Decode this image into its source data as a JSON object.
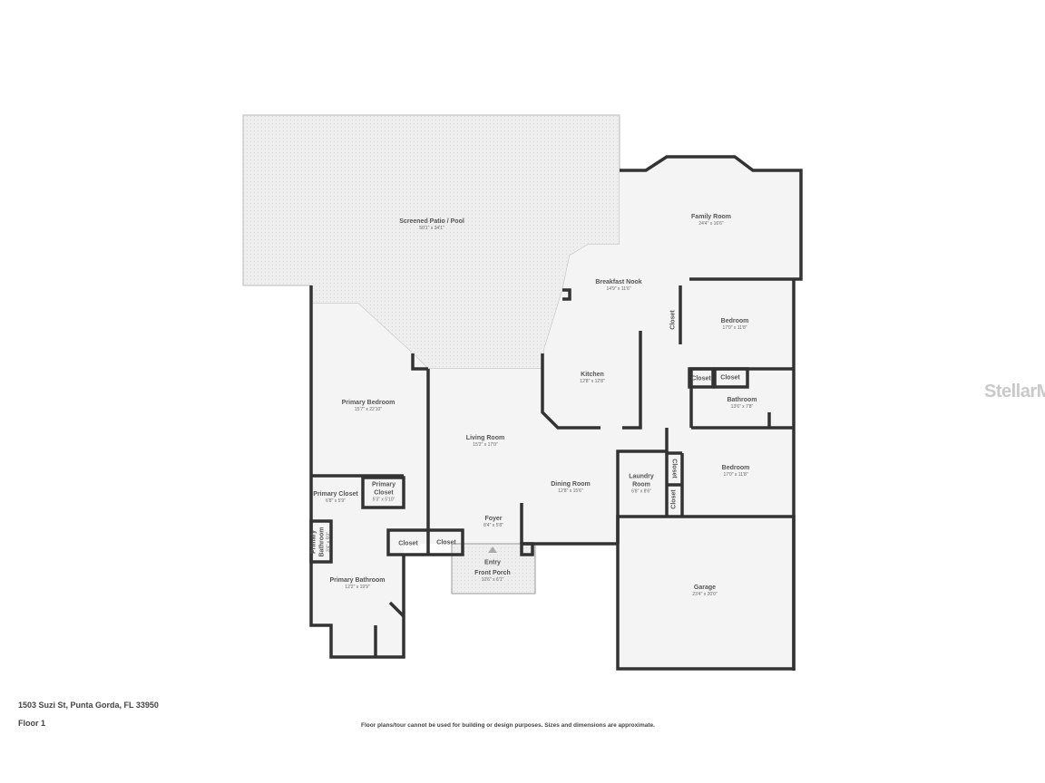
{
  "address": "1503 Suzi St, Punta Gorda, FL 33950",
  "floor": "Floor 1",
  "disclaimer": "Floor plans/tour cannot be used for building or design purposes. Sizes and dimensions are approximate.",
  "watermark": "StellarMLS",
  "colors": {
    "wall": "#333333",
    "floor": "#f4f4f4",
    "patio": "#ececec"
  },
  "rooms": {
    "patio": {
      "name": "Screened Patio / Pool",
      "dim": "50'1\" x 34'1\""
    },
    "family": {
      "name": "Family Room",
      "dim": "24'4\" x 16'6\""
    },
    "nook": {
      "name": "Breakfast Nook",
      "dim": "14'9\" x 11'6\""
    },
    "bedroom1": {
      "name": "Bedroom",
      "dim": "17'0\" x 11'8\""
    },
    "closet_b1": {
      "name": "Closet"
    },
    "closet_a": {
      "name": "Closet"
    },
    "closet_b": {
      "name": "Closet"
    },
    "bathroom": {
      "name": "Bathroom",
      "dim": "13'6\" x 7'8\""
    },
    "kitchen": {
      "name": "Kitchen",
      "dim": "12'8\" x 12'8\""
    },
    "primary_bedroom": {
      "name": "Primary Bedroom",
      "dim": "15'7\" x 22'10\""
    },
    "living": {
      "name": "Living Room",
      "dim": "15'2\" x 17'0\""
    },
    "dining": {
      "name": "Dining Room",
      "dim": "12'8\" x 15'6\""
    },
    "laundry": {
      "name": "Laundry Room",
      "dim": "6'8\" x 8'6\""
    },
    "closet_l1": {
      "name": "Closet"
    },
    "closet_l2": {
      "name": "Closet"
    },
    "bedroom2": {
      "name": "Bedroom",
      "dim": "17'0\" x 11'8\""
    },
    "primary_closet1": {
      "name": "Primary Closet",
      "dim": "6'8\" x 5'9\""
    },
    "primary_closet2": {
      "name": "Primary Closet",
      "dim": "5'3\" x 5'10\""
    },
    "primary_bathroom_small": {
      "name": "Primary Bathroom",
      "dim": "3'4\" x 5'0\""
    },
    "foyer": {
      "name": "Foyer",
      "dim": "8'4\" x 5'8\""
    },
    "closet_f1": {
      "name": "Closet"
    },
    "closet_f2": {
      "name": "Closet"
    },
    "entry": {
      "name": "Entry"
    },
    "porch": {
      "name": "Front Porch",
      "dim": "10'6\" x 6'1\""
    },
    "primary_bathroom": {
      "name": "Primary Bathroom",
      "dim": "12'2\" x 19'9\""
    },
    "garage": {
      "name": "Garage",
      "dim": "23'4\" x 20'0\""
    }
  }
}
